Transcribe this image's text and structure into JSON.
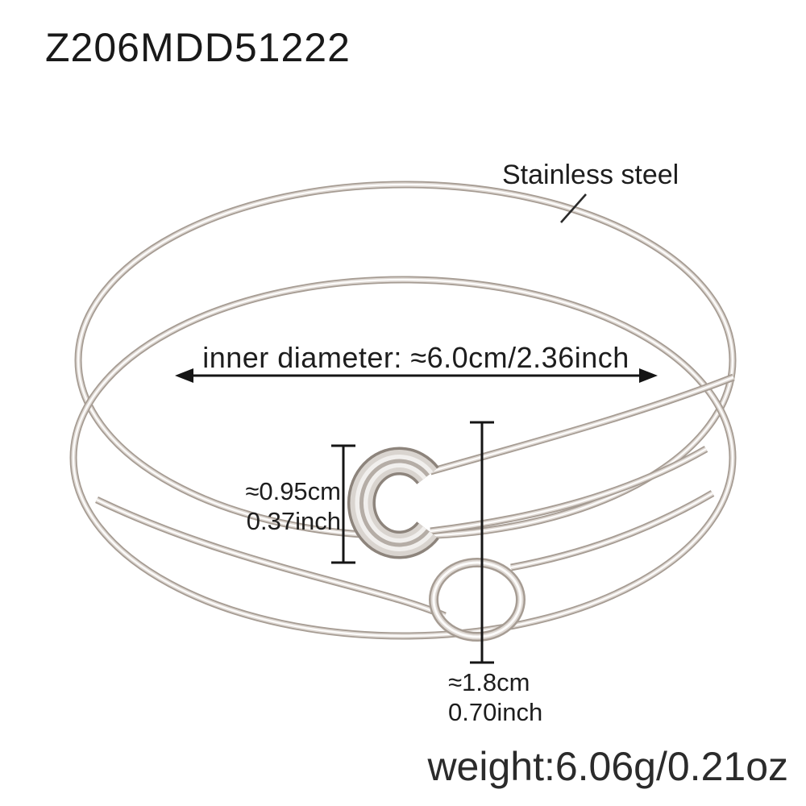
{
  "product": {
    "code": "Z206MDD51222",
    "material_label": "Stainless steel",
    "weight_label": "weight:6.06g/0.21oz"
  },
  "measurements": {
    "inner_diameter_label": "inner diameter: ≈6.0cm/2.36inch",
    "clasp_height": {
      "cm": "≈0.95cm",
      "inch": "0.37inch"
    },
    "pin_drop": {
      "cm": "≈1.8cm",
      "inch": "0.70inch"
    }
  },
  "colors": {
    "background": "#ffffff",
    "text": "#1d1d1d",
    "measure_line": "#151515",
    "metal_shadow": "#a69c93",
    "metal_mid": "#ddd7d2",
    "metal_highlight": "#fcfbfa"
  }
}
